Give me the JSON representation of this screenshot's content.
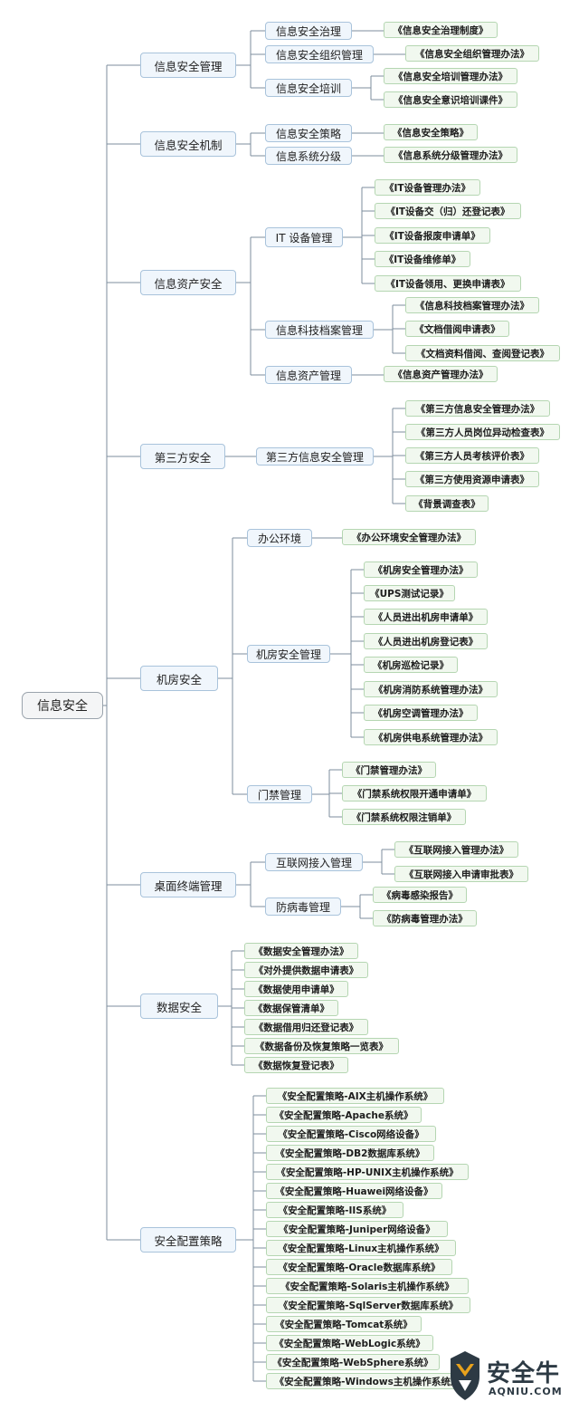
{
  "root": "信息安全",
  "categories": [
    {
      "label": "信息安全管理",
      "children": [
        {
          "label": "信息安全治理",
          "docs": [
            "《信息安全治理制度》"
          ]
        },
        {
          "label": "信息安全组织管理",
          "docs": [
            "《信息安全组织管理办法》"
          ]
        },
        {
          "label": "信息安全培训",
          "docs": [
            "《信息安全培训管理办法》",
            "《信息安全意识培训课件》"
          ]
        }
      ]
    },
    {
      "label": "信息安全机制",
      "children": [
        {
          "label": "信息安全策略",
          "docs": [
            "《信息安全策略》"
          ]
        },
        {
          "label": "信息系统分级",
          "docs": [
            "《信息系统分级管理办法》"
          ]
        }
      ]
    },
    {
      "label": "信息资产安全",
      "children": [
        {
          "label": "IT 设备管理",
          "docs": [
            "《IT设备管理办法》",
            "《IT设备交（归）还登记表》",
            "《IT设备报废申请单》",
            "《IT设备维修单》",
            "《IT设备领用、更换申请表》"
          ]
        },
        {
          "label": "信息科技档案管理",
          "docs": [
            "《信息科技档案管理办法》",
            "《文档借阅申请表》",
            "《文档资料借阅、查阅登记表》"
          ]
        },
        {
          "label": "信息资产管理",
          "docs": [
            "《信息资产管理办法》"
          ]
        }
      ]
    },
    {
      "label": "第三方安全",
      "children": [
        {
          "label": "第三方信息安全管理",
          "docs": [
            "《第三方信息安全管理办法》",
            "《第三方人员岗位异动检查表》",
            "《第三方人员考核评价表》",
            "《第三方使用资源申请表》",
            "《背景调查表》"
          ]
        }
      ]
    },
    {
      "label": "机房安全",
      "children": [
        {
          "label": "办公环境",
          "docs": [
            "《办公环境安全管理办法》"
          ]
        },
        {
          "label": "机房安全管理",
          "docs": [
            "《机房安全管理办法》",
            "《UPS测试记录》",
            "《人员进出机房申请单》",
            "《人员进出机房登记表》",
            "《机房巡检记录》",
            "《机房消防系统管理办法》",
            "《机房空调管理办法》",
            "《机房供电系统管理办法》"
          ]
        },
        {
          "label": "门禁管理",
          "docs": [
            "《门禁管理办法》",
            "《门禁系统权限开通申请单》",
            "《门禁系统权限注销单》"
          ]
        }
      ]
    },
    {
      "label": "桌面终端管理",
      "children": [
        {
          "label": "互联网接入管理",
          "docs": [
            "《互联网接入管理办法》",
            "《互联网接入申请审批表》"
          ]
        },
        {
          "label": "防病毒管理",
          "docs": [
            "《病毒感染报告》",
            "《防病毒管理办法》"
          ]
        }
      ]
    },
    {
      "label": "数据安全",
      "docs": [
        "《数据安全管理办法》",
        "《对外提供数据申请表》",
        "《数据使用申请单》",
        "《数据保管清单》",
        "《数据借用归还登记表》",
        "《数据备份及恢复策略一览表》",
        "《数据恢复登记表》"
      ]
    },
    {
      "label": "安全配置策略",
      "docs": [
        "《安全配置策略-AIX主机操作系统》",
        "《安全配置策略-Apache系统》",
        "《安全配置策略-Cisco网络设备》",
        "《安全配置策略-DB2数据库系统》",
        "《安全配置策略-HP-UNIX主机操作系统》",
        "《安全配置策略-Huawei网络设备》",
        "《安全配置策略-IIS系统》",
        "《安全配置策略-Juniper网络设备》",
        "《安全配置策略-Linux主机操作系统》",
        "《安全配置策略-Oracle数据库系统》",
        "《安全配置策略-Solaris主机操作系统》",
        "《安全配置策略-SqlServer数据库系统》",
        "《安全配置策略-Tomcat系统》",
        "《安全配置策略-WebLogic系统》",
        "《安全配置策略-WebSphere系统》",
        "《安全配置策略-Windows主机操作系统》"
      ]
    }
  ],
  "watermark": {
    "text": "安全牛",
    "sub": "AQNIU.COM"
  },
  "colors": {
    "connector": "#7d8e9e",
    "doc_border": "#b5d6b2",
    "node_border": "#a9c3db"
  }
}
